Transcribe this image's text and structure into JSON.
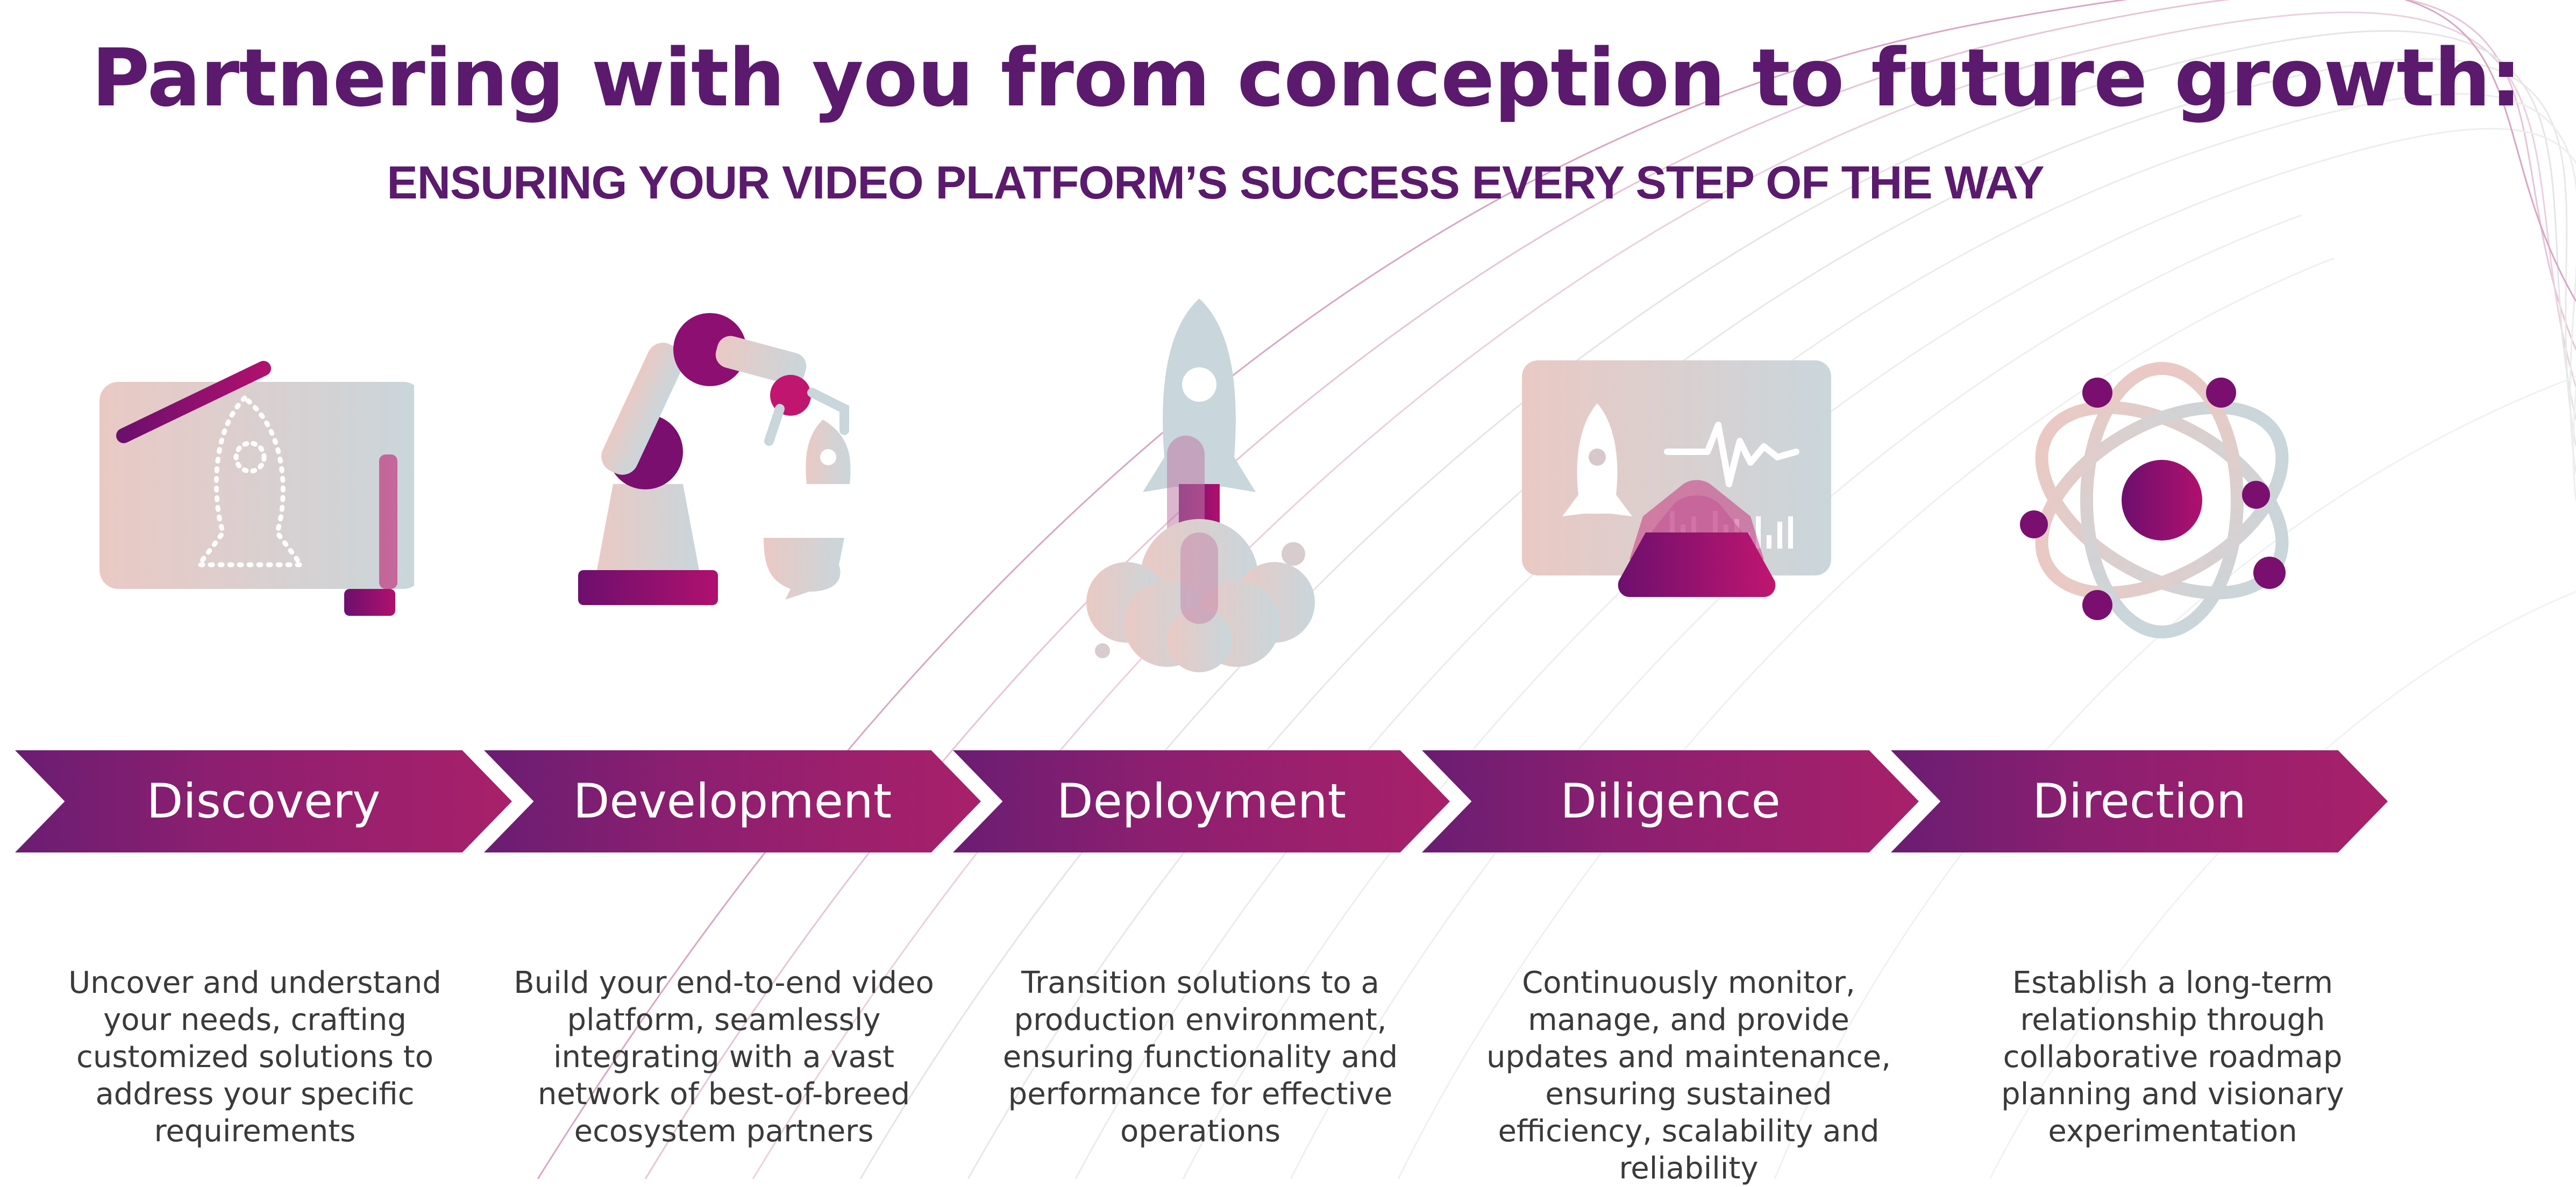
{
  "header": {
    "title": "Partnering with you from conception to future growth:",
    "subtitle": "ENSURING YOUR VIDEO PLATFORM’S SUCCESS EVERY STEP OF THE WAY"
  },
  "steps": [
    {
      "label": "Discovery",
      "icon": "blueprint-rocket-icon",
      "description": "Uncover and understand your needs, crafting customized solutions to address your specific requirements"
    },
    {
      "label": "Development",
      "icon": "robot-arm-icon",
      "description": "Build your end-to-end video platform, seamlessly integrating with a vast network of best-of-breed ecosystem partners"
    },
    {
      "label": "Deployment",
      "icon": "rocket-launch-icon",
      "description": "Transition solutions to a production environment, ensuring functionality and performance for effective operations"
    },
    {
      "label": "Diligence",
      "icon": "monitor-dashboard-icon",
      "description": "Continuously monitor, manage, and provide updates and maintenance, ensuring sustained efficiency, scalability and reliability"
    },
    {
      "label": "Direction",
      "icon": "atom-orbit-icon",
      "description": "Establish a long-term relationship through collaborative roadmap planning and visionary experimentation"
    }
  ],
  "colors": {
    "title": "#5b1a6e",
    "arrow_start": "#6a1d72",
    "arrow_end": "#a8206a",
    "accent_magenta": "#b0106e",
    "accent_purple": "#6d0f6e",
    "soft_pink": "#eac9c4",
    "soft_blue": "#c9d6db"
  }
}
